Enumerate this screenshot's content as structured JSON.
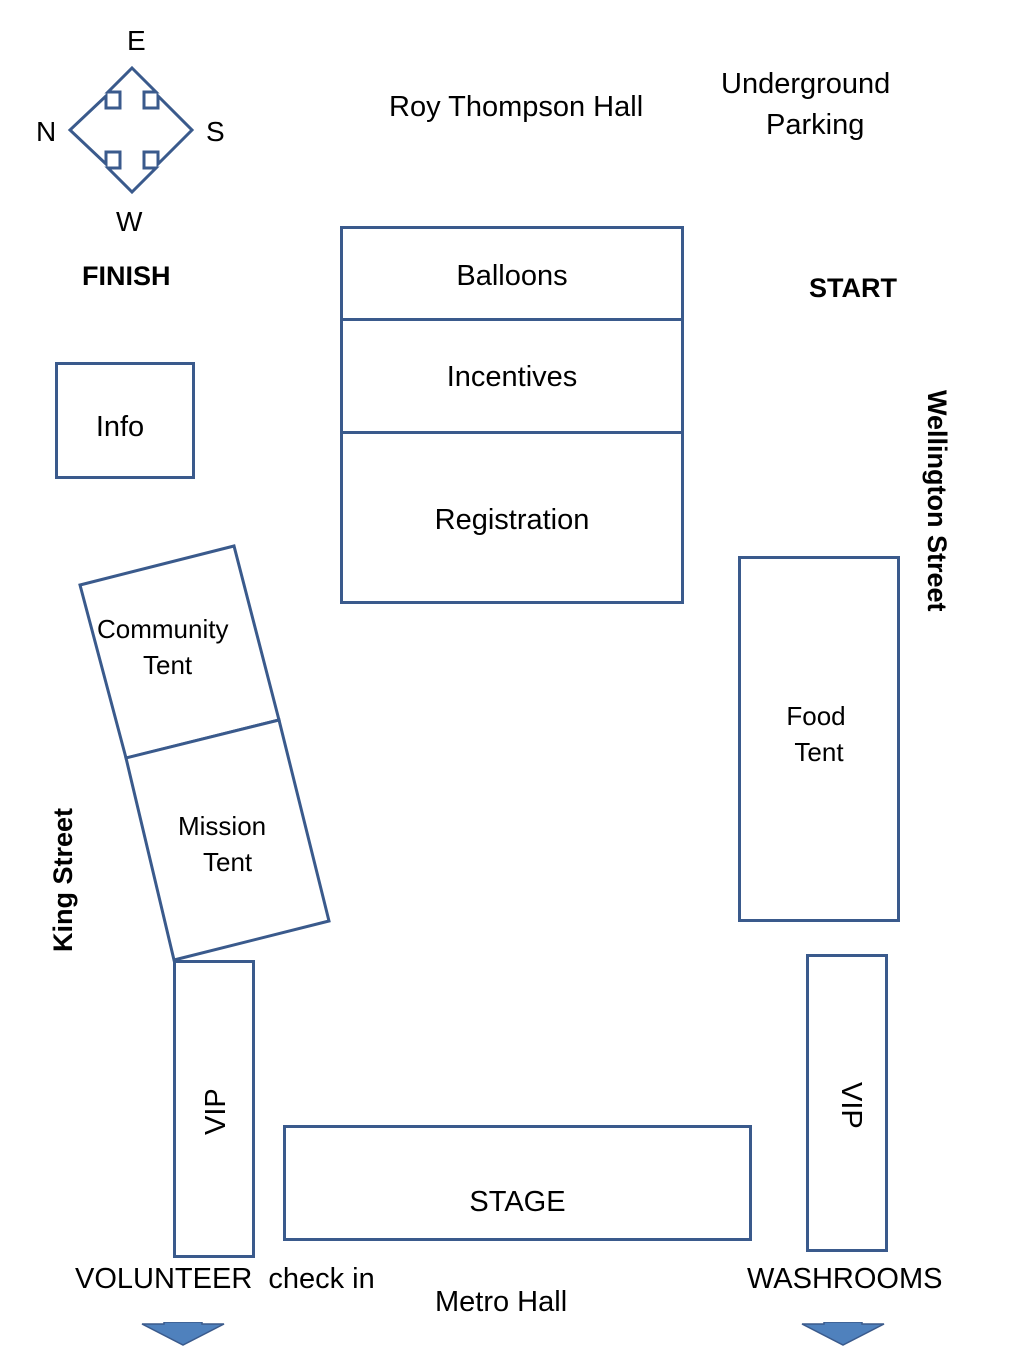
{
  "compass": {
    "north": "N",
    "east": "E",
    "south": "S",
    "west": "W"
  },
  "landmarks": {
    "roy_thompson_hall": "Roy Thompson Hall",
    "underground_parking_line1": "Underground",
    "underground_parking_line2": "Parking",
    "metro_hall": "Metro Hall"
  },
  "markers": {
    "finish": "FINISH",
    "start": "START"
  },
  "streets": {
    "wellington": "Wellington Street",
    "king": "King Street"
  },
  "tents": {
    "info": "Info",
    "balloons": "Balloons",
    "incentives": "Incentives",
    "registration": "Registration",
    "community_line1": "Community",
    "community_line2": "Tent",
    "mission_line1": "Mission",
    "mission_line2": "Tent",
    "food_line1": "Food",
    "food_line2": "Tent",
    "vip_left": "VIP",
    "vip_right": "VIP",
    "stage": "STAGE"
  },
  "bottom_labels": {
    "volunteer": "VOLUNTEER  check in",
    "washrooms": "WASHROOMS"
  },
  "colors": {
    "outline": "#3a5a8c",
    "arrow": "#4f81bd"
  },
  "icons": [
    "compass-arrows-icon",
    "down-arrow-icon"
  ]
}
